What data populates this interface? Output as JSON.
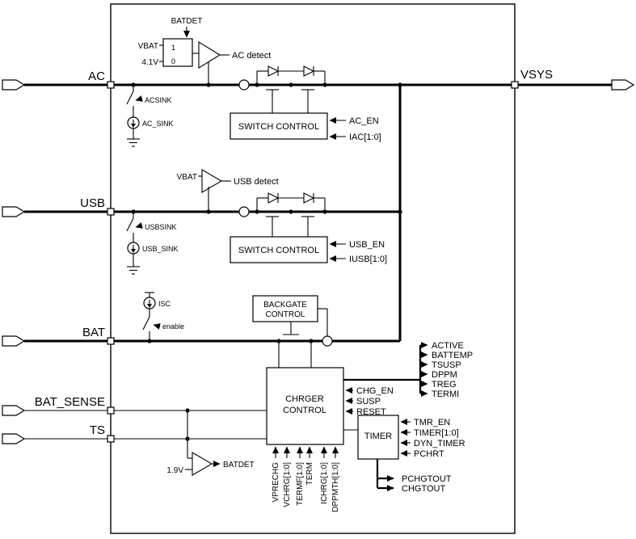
{
  "pins": {
    "ac": "AC",
    "usb": "USB",
    "bat": "BAT",
    "bat_sense": "BAT_SENSE",
    "ts": "TS",
    "vsys": "VSYS"
  },
  "ac_block": {
    "batdet": "BATDET",
    "vbat": "VBAT",
    "vref41": "4.1V",
    "mux1": "1",
    "mux0": "0",
    "detect_label": "AC detect",
    "acsink": "ACSINK",
    "ac_sink": "AC_SINK",
    "switch_control": "SWITCH CONTROL",
    "ac_en": "AC_EN",
    "iac": "IAC[1:0]"
  },
  "usb_block": {
    "vbat": "VBAT",
    "detect_label": "USB detect",
    "usbsink": "USBSINK",
    "usb_sink": "USB_SINK",
    "switch_control": "SWITCH CONTROL",
    "usb_en": "USB_EN",
    "iusb": "IUSB[1:0]"
  },
  "bat_block": {
    "isc": "ISC",
    "enable": "enable",
    "backgate1": "BACKGATE",
    "backgate2": "CONTROL"
  },
  "charger": {
    "title1": "CHRGER",
    "title2": "CONTROL",
    "status_outputs": [
      "ACTIVE",
      "BATTEMP",
      "TSUSP",
      "DPPM",
      "TREG",
      "TERMI"
    ],
    "right_inputs": [
      "CHG_EN",
      "SUSP",
      "RESET"
    ],
    "bottom_inputs": [
      "VPRECHG",
      "VCHRG[1:0]",
      "TERMF[1:0]",
      "TERM",
      "ICHRG[1:0]",
      "DPPMTH[1:0]"
    ]
  },
  "timer": {
    "title": "TIMER",
    "inputs": [
      "TMR_EN",
      "TIMER[1:0]",
      "DYN_TIMER",
      "PCHRT"
    ],
    "outputs": [
      "PCHGTOUT",
      "CHGTOUT"
    ]
  },
  "ts_comp": {
    "vref": "1.9V",
    "batdet": "BATDET"
  }
}
